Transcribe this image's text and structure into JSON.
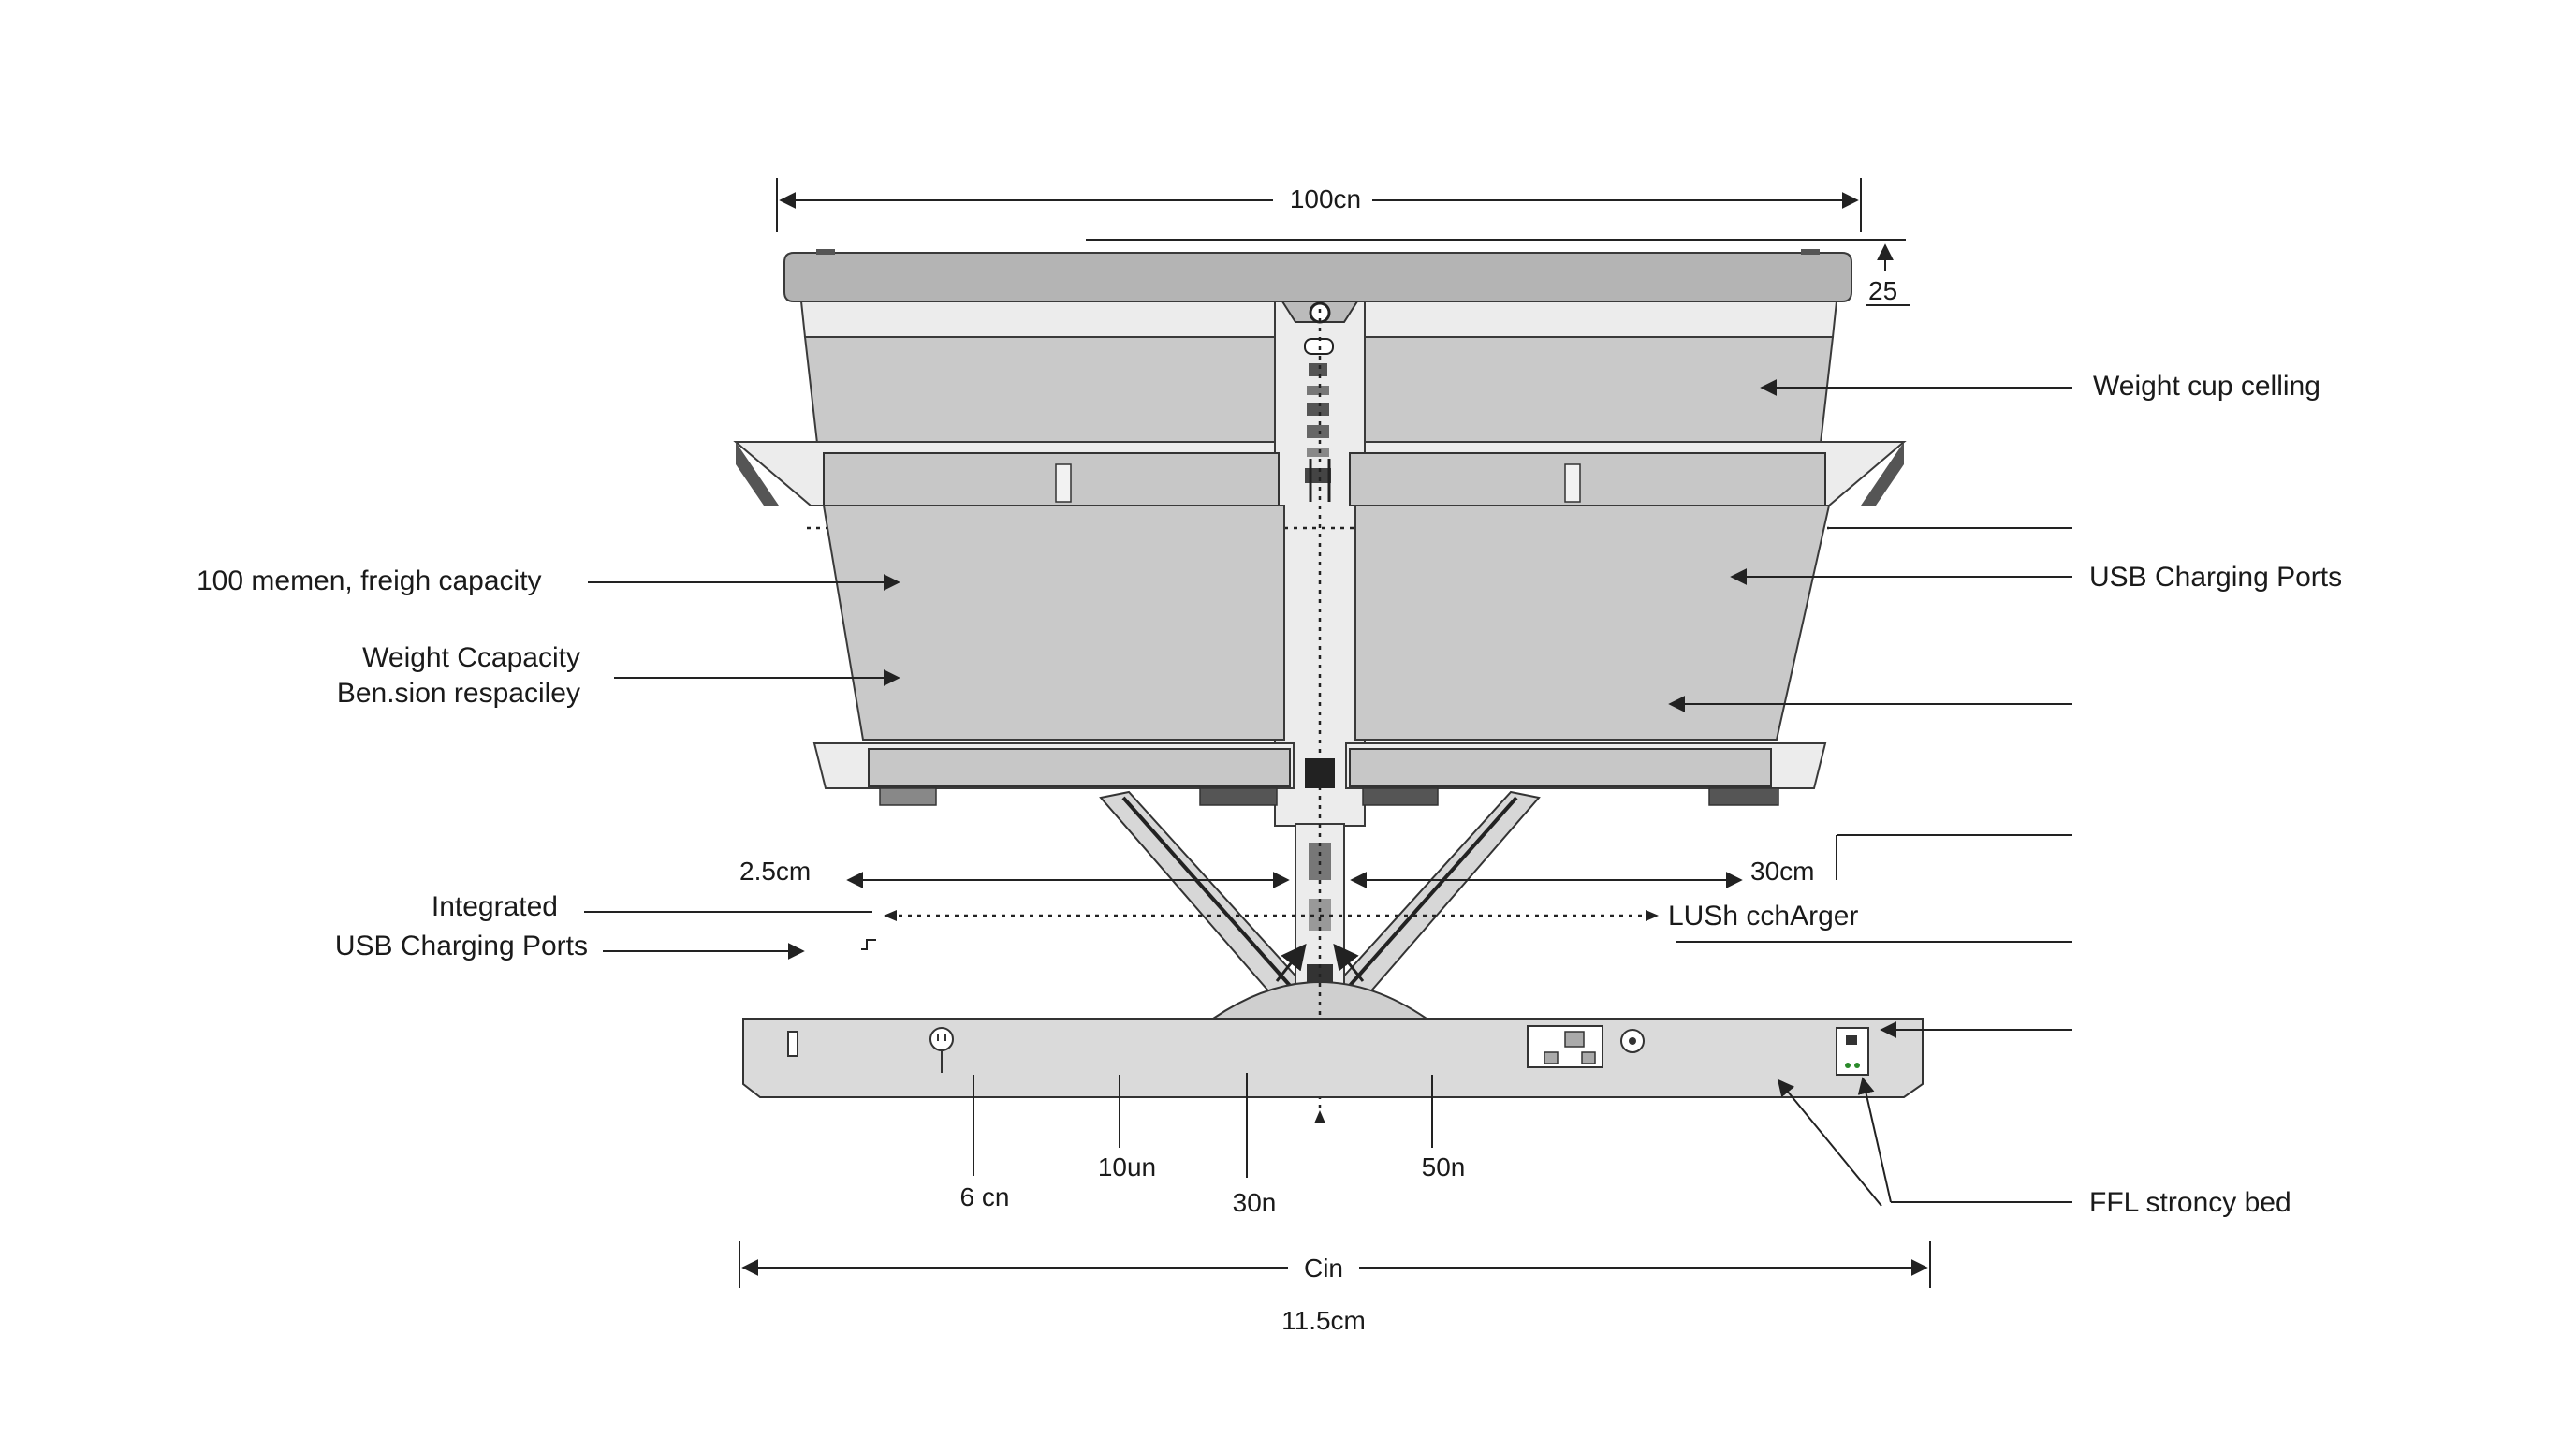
{
  "dimensions": {
    "top_width": "100cn",
    "top_height": "25",
    "left_offset": "2.5cm",
    "right_offset": "30cm",
    "base_a": "6 cn",
    "base_b": "10un",
    "base_c": "30n",
    "base_d": "50n",
    "bottom_width": "Cin",
    "bottom_sub": "11.5cm"
  },
  "labels": {
    "weight_cup_ceiling": "Weight ᴄup celling",
    "usb_ports_right": "USB Charging Ports",
    "freight_capacity": "100 memen, freigh capacity",
    "weight_capacity_line1": "Weight Ccapacity",
    "weight_capacity_line2": "Ben.sion respaciley",
    "integrated_line1": "Integrated",
    "integrated_line2": "USB Charging Ports",
    "lush_charger": "LUSh cchArger",
    "ffl_strongy_bed": "FFL stroncy bed"
  }
}
